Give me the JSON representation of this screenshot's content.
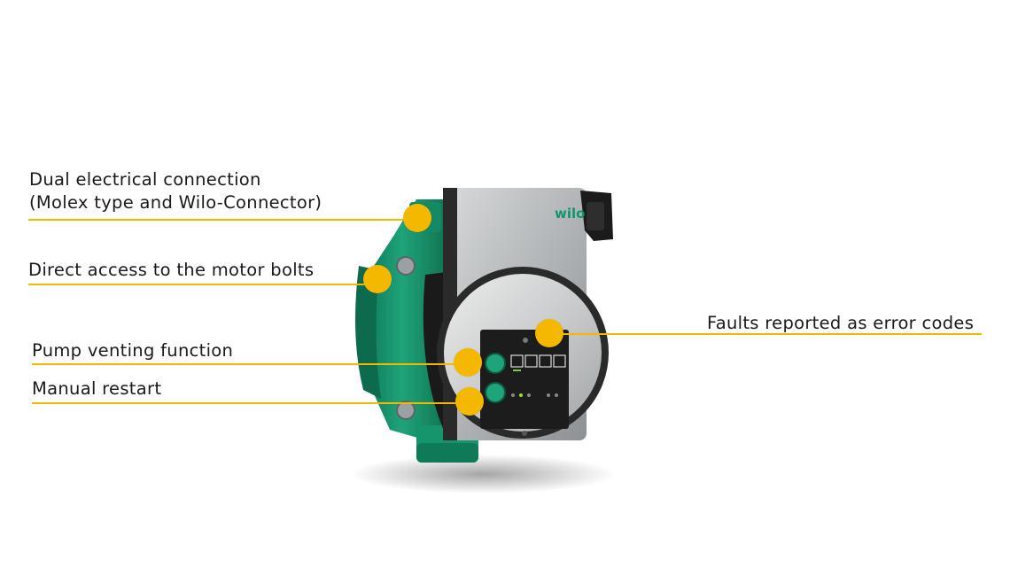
{
  "product": {
    "brand_mark": "wilo",
    "body_color": "#1a9a72",
    "housing_color": "#b9bcbe",
    "panel_color": "#1c1c1c",
    "button_color": "#1fa37a"
  },
  "callouts": {
    "accent_color": "#f5b800",
    "dual_connection_line1": "Dual electrical connection",
    "dual_connection_line2": "(Molex type and Wilo-Connector)",
    "motor_bolts": "Direct access to the motor bolts",
    "venting": "Pump venting function",
    "restart": "Manual restart",
    "faults": "Faults reported as error codes"
  }
}
